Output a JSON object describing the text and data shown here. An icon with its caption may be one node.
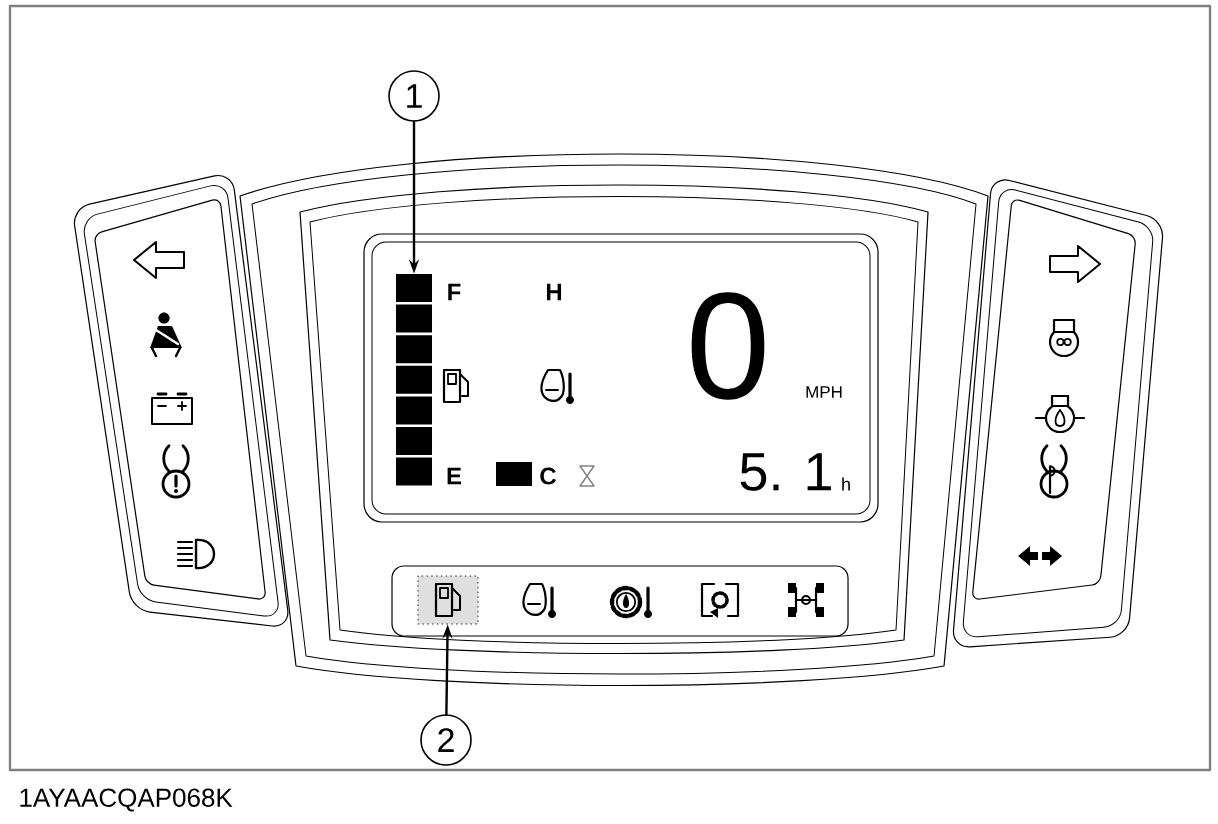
{
  "diagram": {
    "caption": "1AYAACQAP068K",
    "nodes": [
      {
        "text": [
          "1"
        ]
      },
      {
        "text": [],
        "shape": "bar"
      },
      {
        "text": [
          "2"
        ]
      },
      {
        "text": [],
        "shape": "box"
      }
    ],
    "edges": [
      {
        "from": 0,
        "to": 1,
        "arrow": "to"
      },
      {
        "from": 2,
        "to": 3,
        "arrow": "to"
      }
    ],
    "labels": [
      "F",
      "H",
      "0",
      "MPH",
      "E",
      "C",
      "5. 1",
      "h"
    ]
  }
}
